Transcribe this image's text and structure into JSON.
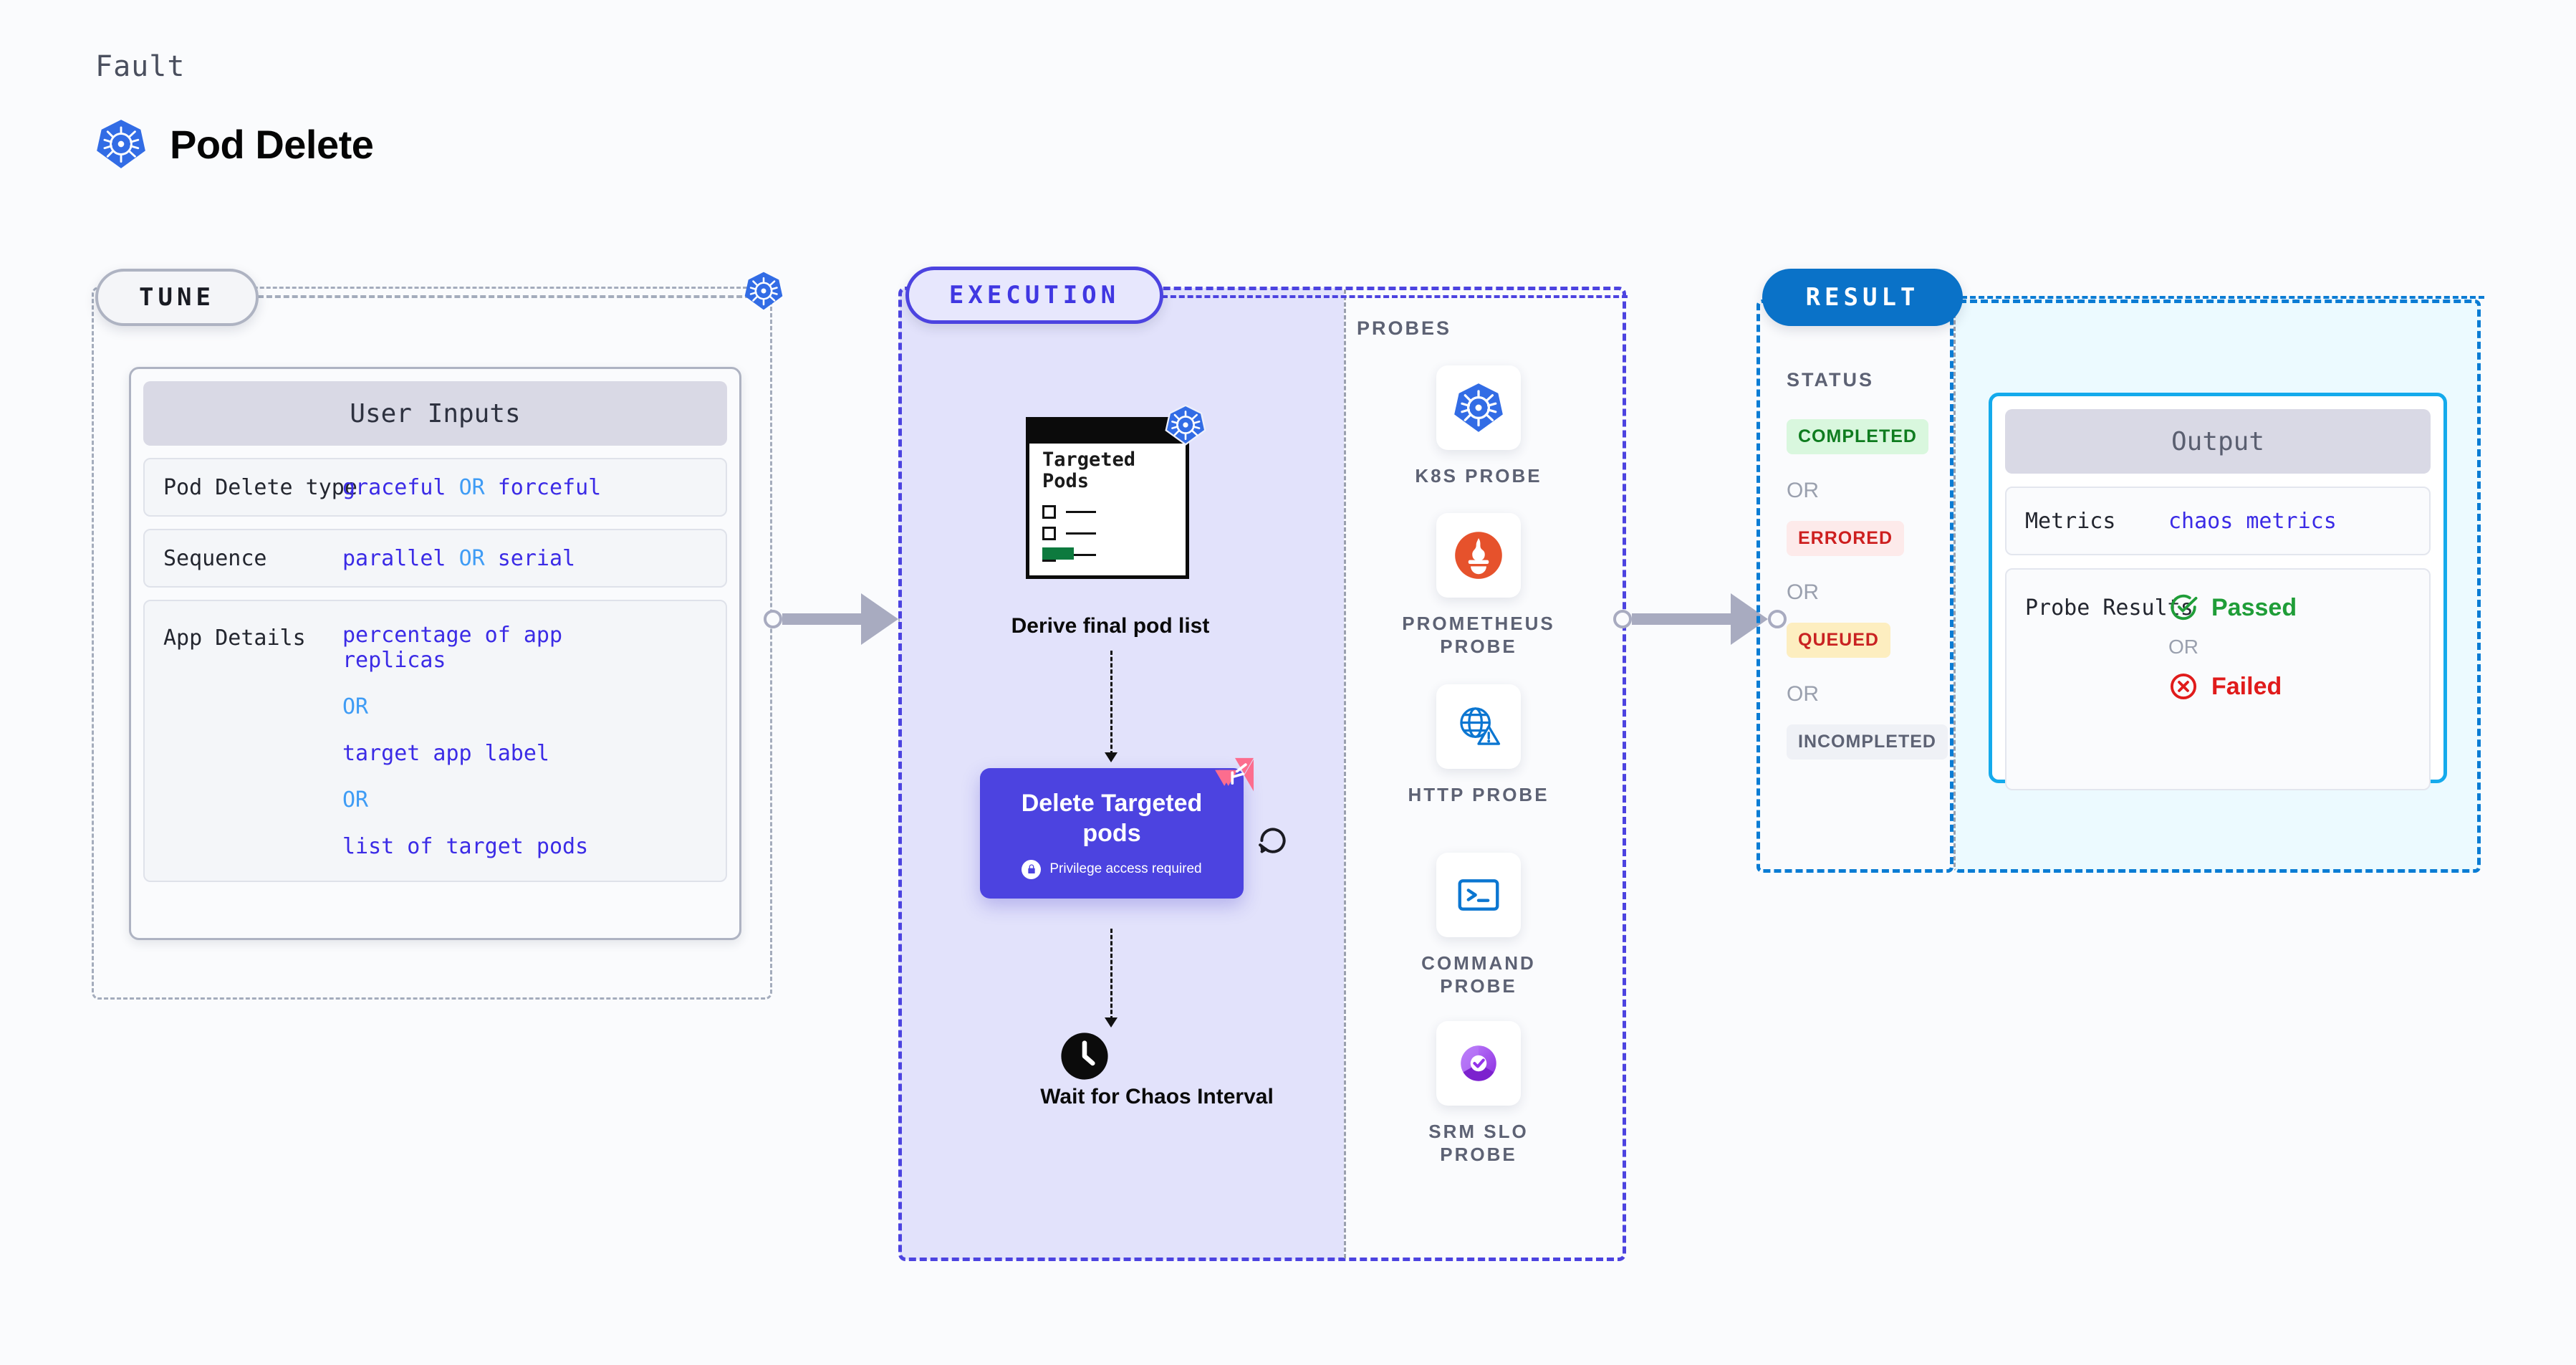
{
  "header": {
    "fault_label": "Fault",
    "fault_title": "Pod Delete",
    "logo_icon": "kubernetes-icon"
  },
  "stages": {
    "tune": {
      "pill_label": "TUNE"
    },
    "execution": {
      "pill_label": "EXECUTION"
    },
    "result": {
      "pill_label": "RESULT"
    }
  },
  "tune": {
    "card_title": "User Inputs",
    "rows": [
      {
        "label": "Pod Delete type",
        "value_a": "graceful",
        "or": "OR",
        "value_b": "forceful"
      },
      {
        "label": "Sequence",
        "value_a": "parallel",
        "or": "OR",
        "value_b": "serial"
      }
    ],
    "app_details": {
      "label": "App Details",
      "options": [
        "percentage of app replicas",
        "target app label",
        "list of target pods"
      ],
      "or": "OR"
    },
    "badge_icon": "kubernetes-icon"
  },
  "execution": {
    "targeted_pods_card": {
      "title": "Targeted Pods",
      "badge_icon": "kubernetes-icon",
      "checkbox_count": 3
    },
    "derive_label": "Derive final pod list",
    "delete_card": {
      "title": "Delete Targeted pods",
      "privilege_note": "Privilege access required",
      "lock_icon": "lock-icon",
      "corner_icon": "harness-icon",
      "accent_color": "#4c43e0"
    },
    "loop_icon": "refresh-loop-icon",
    "wait_node": {
      "icon": "clock-icon",
      "label": "Wait for Chaos Interval"
    }
  },
  "probes": {
    "title": "PROBES",
    "items": [
      {
        "name": "K8S PROBE",
        "icon": "kubernetes-icon",
        "color": "#326ce5"
      },
      {
        "name": "PROMETHEUS PROBE",
        "icon": "prometheus-icon",
        "color": "#e6522c"
      },
      {
        "name": "HTTP PROBE",
        "icon": "globe-warning-icon",
        "color": "#0b76d1"
      },
      {
        "name": "COMMAND PROBE",
        "icon": "terminal-icon",
        "color": "#0b76d1"
      },
      {
        "name": "SRM SLO PROBE",
        "icon": "srm-slo-icon",
        "color": "#9333ea"
      }
    ]
  },
  "result": {
    "status_title": "STATUS",
    "or": "OR",
    "badges": [
      {
        "label": "COMPLETED",
        "bg": "#d9f7de",
        "fg": "#0f7c1f"
      },
      {
        "label": "ERRORED",
        "bg": "#fdeaea",
        "fg": "#cd1f1f"
      },
      {
        "label": "QUEUED",
        "bg": "#fdeec0",
        "fg": "#c92222"
      },
      {
        "label": "INCOMPLETED",
        "bg": "#eff1f6",
        "fg": "#5d6274"
      }
    ]
  },
  "output": {
    "card_title": "Output",
    "metrics": {
      "label": "Metrics",
      "value": "chaos metrics"
    },
    "probe_results": {
      "label": "Probe Results",
      "passed": "Passed",
      "failed": "Failed",
      "or": "OR",
      "pass_icon": "check-circle-icon",
      "fail_icon": "x-circle-icon",
      "pass_color": "#1f9d38",
      "fail_color": "#e01b1b"
    }
  }
}
